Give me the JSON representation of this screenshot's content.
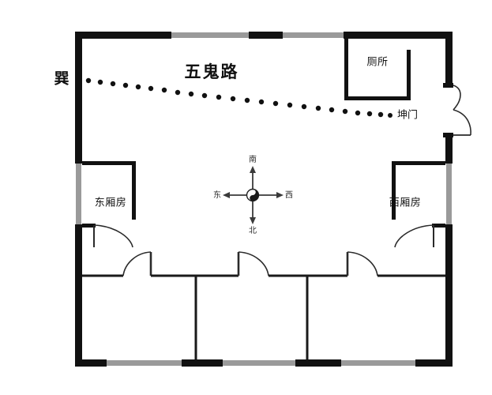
{
  "diagram": {
    "type": "feng-shui-floor-plan",
    "title_text": "五鬼路",
    "background_color": "#ffffff",
    "wall_color": "#111111",
    "window_color": "#9a9a9a",
    "line_color": "#1a1a1a"
  },
  "labels": {
    "road_path": "五鬼路",
    "trigram_xun": "巽",
    "gate_kun": "坤门",
    "toilet": "厕所",
    "east_wing": "东厢房",
    "west_wing": "西厢房"
  },
  "compass": {
    "north_label": "南",
    "south_label": "北",
    "west_label": "东",
    "east_label": "西",
    "center_icon": "taiji-icon"
  },
  "rooms": [
    {
      "name": "厕所",
      "position": "top-right"
    },
    {
      "name": "东厢房",
      "position": "middle-left"
    },
    {
      "name": "西厢房",
      "position": "middle-right"
    }
  ],
  "dotted_path": {
    "name": "五鬼路",
    "from": "巽",
    "to": "坤门",
    "dot_count": 26,
    "dot_color": "#111111"
  },
  "doors": [
    {
      "name": "main-gate",
      "label": "坤门",
      "side": "right",
      "type": "double-swing"
    },
    {
      "name": "east-wing-door",
      "side": "interior",
      "type": "single-swing"
    },
    {
      "name": "room-door-left",
      "side": "interior",
      "type": "single-swing"
    },
    {
      "name": "room-door-middle",
      "side": "interior",
      "type": "single-swing"
    },
    {
      "name": "room-door-right",
      "side": "interior",
      "type": "single-swing"
    },
    {
      "name": "west-wing-door",
      "side": "interior",
      "type": "single-swing"
    }
  ]
}
